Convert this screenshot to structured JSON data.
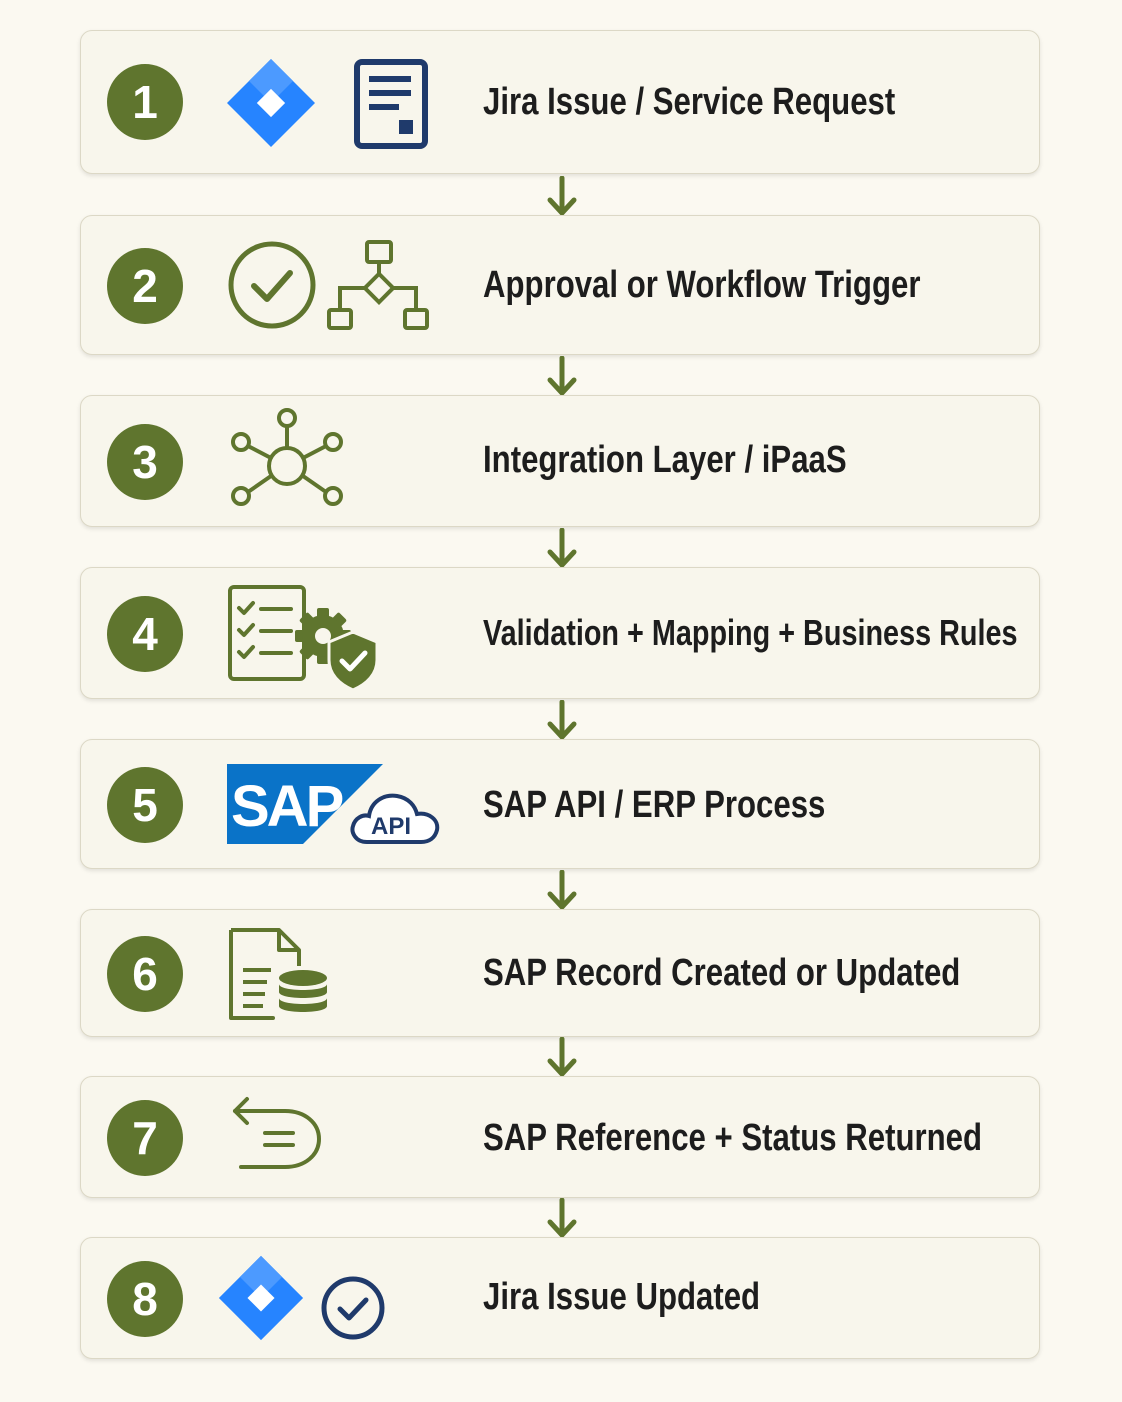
{
  "theme": {
    "accent": "#5f752e",
    "jira_blue": "#2684ff",
    "navy": "#1f3a6b",
    "sap_blue": "#0a73c8"
  },
  "steps": [
    {
      "number": "1",
      "label": "Jira Issue / Service Request",
      "icons": [
        "jira-logo-icon",
        "document-icon"
      ]
    },
    {
      "number": "2",
      "label": "Approval or Workflow Trigger",
      "icons": [
        "check-circle-icon",
        "workflow-tree-icon"
      ]
    },
    {
      "number": "3",
      "label": "Integration Layer / iPaaS",
      "icons": [
        "hub-network-icon"
      ]
    },
    {
      "number": "4",
      "label": "Validation + Mapping + Business Rules",
      "icons": [
        "checklist-icon",
        "gear-shield-icon"
      ]
    },
    {
      "number": "5",
      "label": "SAP API / ERP Process",
      "icons": [
        "sap-logo-icon",
        "api-cloud-icon"
      ]
    },
    {
      "number": "6",
      "label": "SAP Record Created or Updated",
      "icons": [
        "document-database-icon"
      ]
    },
    {
      "number": "7",
      "label": "SAP Reference + Status Returned",
      "icons": [
        "return-arrow-icon"
      ]
    },
    {
      "number": "8",
      "label": "Jira Issue Updated",
      "icons": [
        "jira-logo-icon",
        "check-circle-icon"
      ]
    }
  ],
  "logos": {
    "sap_text": "SAP",
    "api_text": "API"
  }
}
